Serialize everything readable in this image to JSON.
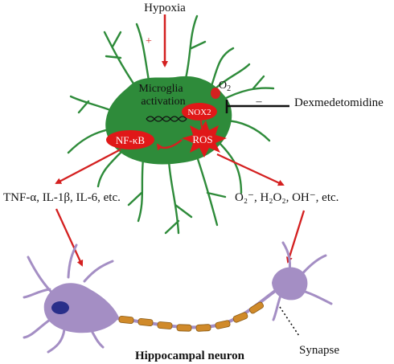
{
  "labels": {
    "hypoxia": "Hypoxia",
    "plus": "+",
    "microglia_line1": "Microglia",
    "microglia_line2": "activation",
    "o2": "O",
    "o2_sub": "2",
    "nox2": "NOX2",
    "minus": "–",
    "dexmedetomidine": "Dexmedetomidine",
    "nfkb": "NF-κB",
    "ros": "ROS",
    "cytokines_left": "TNF-α, IL-1β, IL-6, etc.",
    "ros_species": "O₂⁻, H₂O₂, OH⁻, etc.",
    "synapse": "Synapse",
    "neuron": "Hippocampal neuron"
  },
  "colors": {
    "microglia": "#2e8b3a",
    "arrow": "#d42020",
    "nfkb_fill": "#e01818",
    "neuron": "#a48ec4",
    "nucleus": "#2a2f8a",
    "myelin": "#d08a2a"
  }
}
